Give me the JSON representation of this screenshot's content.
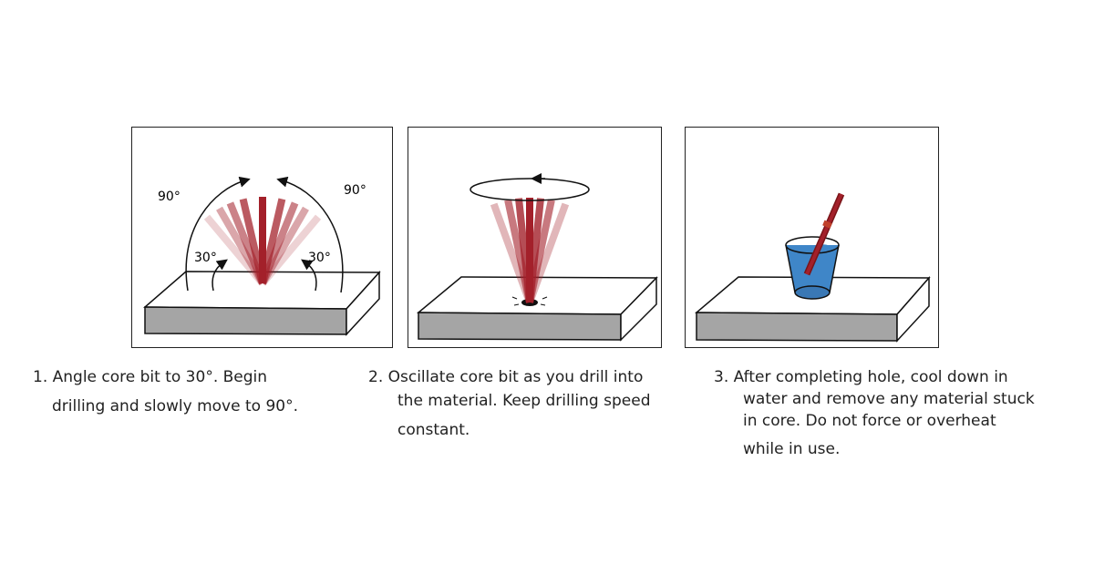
{
  "colors": {
    "bit": "#a3202a",
    "slab": "#a5a5a5",
    "water": "#3f86c8"
  },
  "panel1": {
    "label_90_left": "90°",
    "label_90_right": "90°",
    "label_30_left": "30°",
    "label_30_right": "30°"
  },
  "steps": [
    {
      "lines": [
        "1.  Angle core bit to 30°. Begin",
        "drilling and slowly move to 90°."
      ]
    },
    {
      "lines": [
        "2.  Oscillate core bit as you drill into",
        "the material.  Keep drilling speed",
        "constant."
      ]
    },
    {
      "lines": [
        "3.  After completing hole, cool down in",
        "water and remove any material stuck",
        "in core.  Do not force or overheat",
        "while in use."
      ]
    }
  ]
}
